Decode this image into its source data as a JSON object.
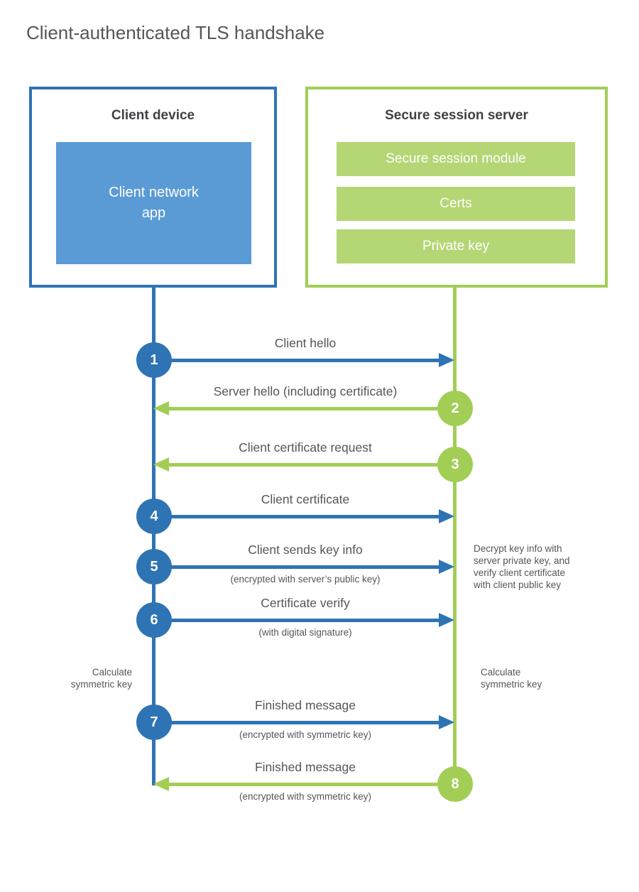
{
  "title": "Client-authenticated TLS handshake",
  "colors": {
    "blue": "#2e74b5",
    "blue_fill": "#5b9bd5",
    "green": "#a2ce56",
    "green_fill": "#b4d674",
    "text": "#55565a"
  },
  "client_box": {
    "title": "Client device",
    "app_lines": [
      "Client network",
      "app"
    ]
  },
  "server_box": {
    "title": "Secure session server",
    "modules": [
      "Secure session module",
      "Certs",
      "Private key"
    ]
  },
  "steps": [
    {
      "num": "1",
      "from": "client",
      "label": "Client hello",
      "sub": ""
    },
    {
      "num": "2",
      "from": "server",
      "label": "Server hello (including certificate)",
      "sub": ""
    },
    {
      "num": "3",
      "from": "server",
      "label": "Client certificate request",
      "sub": ""
    },
    {
      "num": "4",
      "from": "client",
      "label": "Client certificate",
      "sub": ""
    },
    {
      "num": "5",
      "from": "client",
      "label": "Client sends key info",
      "sub": "(encrypted with server’s public key)"
    },
    {
      "num": "6",
      "from": "client",
      "label": "Certificate verify",
      "sub": "(with digital signature)"
    },
    {
      "num": "7",
      "from": "client",
      "label": "Finished message",
      "sub": "(encrypted with symmetric key)"
    },
    {
      "num": "8",
      "from": "server",
      "label": "Finished message",
      "sub": "(encrypted with symmetric key)"
    }
  ],
  "annotations": {
    "decrypt_lines": [
      "Decrypt key info with",
      "server private key, and",
      "verify client certificate",
      "with client public key"
    ],
    "calc_left": "Calculate symmetric key",
    "calc_right": "Calculate symmetric key"
  }
}
